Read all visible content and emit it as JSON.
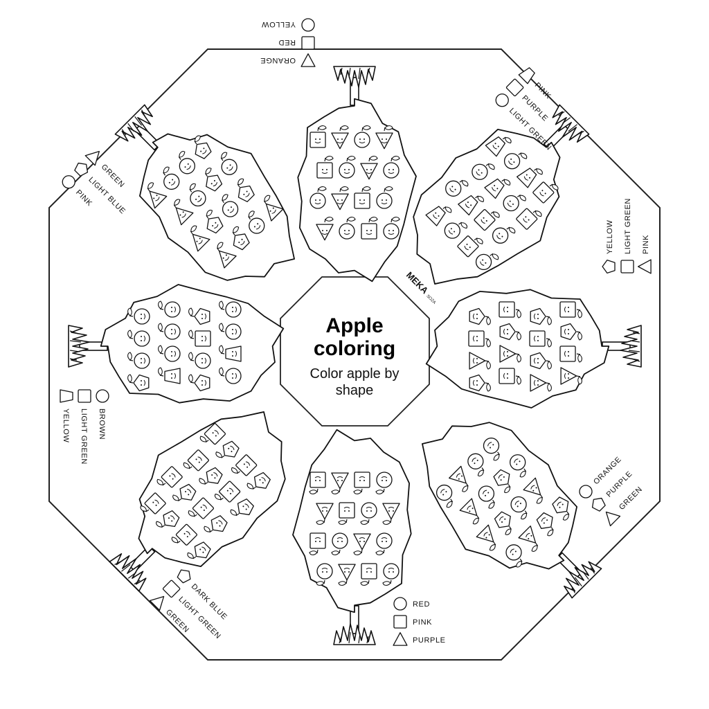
{
  "title": {
    "line1": "Apple",
    "line2": "coloring",
    "subtitle_line1": "Color apple by",
    "subtitle_line2": "shape"
  },
  "brand": {
    "name": "MEKA",
    "suffix": "SOZA"
  },
  "trees": [
    {
      "id": "tree-top",
      "legend": [
        {
          "shape": "triangle-down",
          "label": "ORANGE"
        },
        {
          "shape": "square",
          "label": "RED"
        },
        {
          "shape": "circle",
          "label": "YELLOW"
        }
      ],
      "apples": [
        "square",
        "triangle-down",
        "circle",
        "triangle-down",
        "square",
        "circle",
        "triangle-down",
        "circle",
        "circle",
        "triangle-down",
        "square",
        "circle",
        "triangle-down",
        "circle",
        "square",
        "circle"
      ]
    },
    {
      "id": "tree-top-right",
      "legend": [
        {
          "shape": "trapezoid",
          "label": "PINK"
        },
        {
          "shape": "square",
          "label": "PURPLE"
        },
        {
          "shape": "circle",
          "label": "LIGHT GREEN"
        }
      ],
      "apples": [
        "trapezoid",
        "circle",
        "trapezoid",
        "square",
        "circle",
        "trapezoid",
        "circle",
        "square",
        "circle",
        "trapezoid",
        "square",
        "circle",
        "trapezoid",
        "circle",
        "square",
        "circle"
      ]
    },
    {
      "id": "tree-right",
      "legend": [
        {
          "shape": "pentagon",
          "label": "YELLOW"
        },
        {
          "shape": "square",
          "label": "LIGHT GREEN"
        },
        {
          "shape": "triangle",
          "label": "PINK"
        }
      ],
      "apples": [
        "square",
        "pentagon",
        "square",
        "triangle",
        "pentagon",
        "square",
        "pentagon",
        "triangle",
        "square",
        "pentagon",
        "triangle",
        "square",
        "pentagon",
        "square",
        "triangle",
        "pentagon"
      ]
    },
    {
      "id": "tree-bottom-right",
      "legend": [
        {
          "shape": "circle",
          "label": "ORANGE"
        },
        {
          "shape": "pentagon",
          "label": "PURPLE"
        },
        {
          "shape": "triangle",
          "label": "GREEN"
        }
      ],
      "apples": [
        "pentagon",
        "pentagon",
        "triangle",
        "circle",
        "triangle",
        "circle",
        "pentagon",
        "triangle",
        "circle",
        "pentagon",
        "circle",
        "triangle",
        "circle",
        "circle",
        "triangle",
        "circle"
      ]
    },
    {
      "id": "tree-bottom",
      "legend": [
        {
          "shape": "circle",
          "label": "RED"
        },
        {
          "shape": "square",
          "label": "PINK"
        },
        {
          "shape": "triangle",
          "label": "PURPLE"
        }
      ],
      "apples": [
        "circle",
        "square",
        "triangle",
        "circle",
        "circle",
        "triangle",
        "circle",
        "square",
        "triangle",
        "circle",
        "square",
        "triangle",
        "circle",
        "square",
        "triangle",
        "square"
      ]
    },
    {
      "id": "tree-bottom-left",
      "legend": [
        {
          "shape": "pentagon",
          "label": "DARK BLUE"
        },
        {
          "shape": "square",
          "label": "LIGHT GREEN"
        },
        {
          "shape": "triangle",
          "label": "GREEN"
        }
      ],
      "apples": [
        "pentagon",
        "square",
        "pentagon",
        "square",
        "pentagon",
        "square",
        "pentagon",
        "square",
        "pentagon",
        "square",
        "pentagon",
        "square",
        "pentagon",
        "square",
        "pentagon",
        "square"
      ]
    },
    {
      "id": "tree-left",
      "legend": [
        {
          "shape": "circle",
          "label": "BROWN"
        },
        {
          "shape": "square",
          "label": "LIGHT GREEN"
        },
        {
          "shape": "trapezoid",
          "label": "YELLOW"
        }
      ],
      "apples": [
        "pentagon",
        "circle",
        "circle",
        "circle",
        "trapezoid",
        "circle",
        "circle",
        "circle",
        "pentagon",
        "circle",
        "square",
        "pentagon",
        "circle",
        "trapezoid",
        "circle",
        "circle"
      ]
    },
    {
      "id": "tree-top-left",
      "legend": [
        {
          "shape": "triangle",
          "label": "GREEN"
        },
        {
          "shape": "pentagon",
          "label": "LIGHT BLUE"
        },
        {
          "shape": "circle",
          "label": "PINK"
        }
      ],
      "apples": [
        "triangle",
        "circle",
        "circle",
        "pentagon",
        "triangle",
        "circle",
        "pentagon",
        "circle",
        "triangle",
        "pentagon",
        "circle",
        "pentagon",
        "triangle",
        "pentagon",
        "circle",
        "triangle"
      ]
    }
  ]
}
